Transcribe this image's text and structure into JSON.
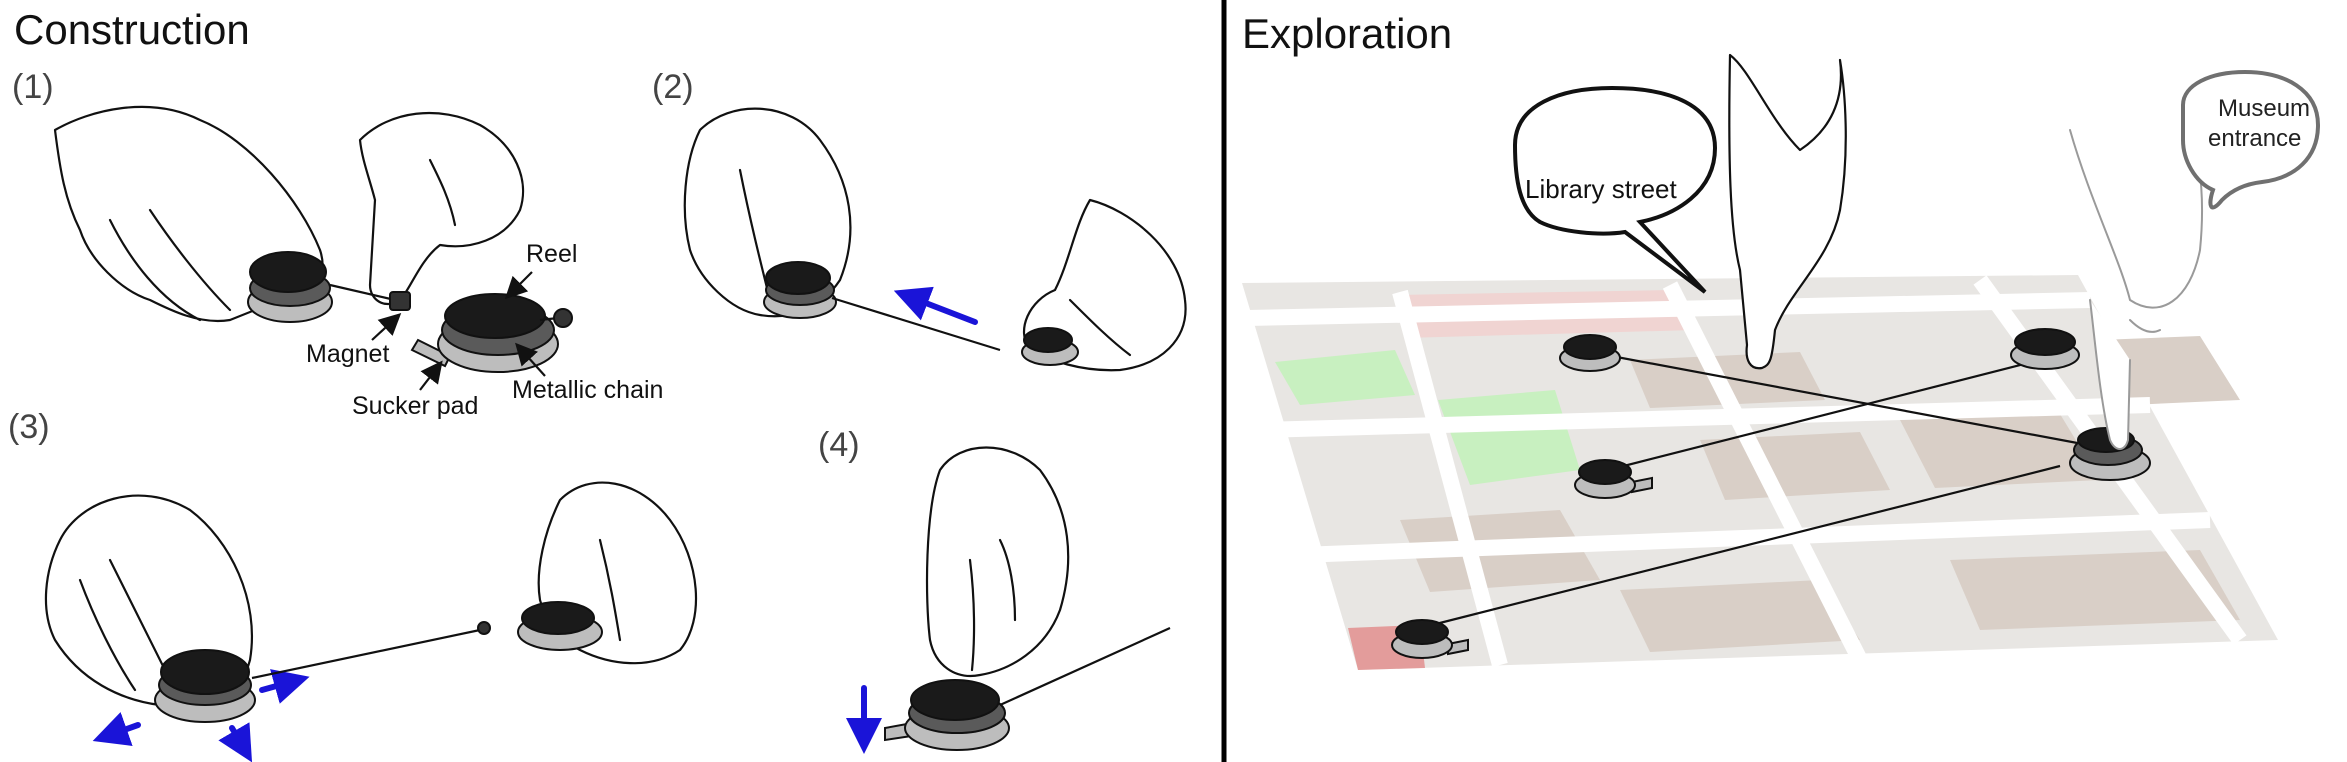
{
  "panels": {
    "construction": {
      "title": "Construction",
      "steps": [
        "(1)",
        "(2)",
        "(3)",
        "(4)"
      ],
      "labels": {
        "reel": "Reel",
        "magnet": "Magnet",
        "metallic_chain": "Metallic chain",
        "sucker_pad": "Sucker pad"
      }
    },
    "exploration": {
      "title": "Exploration",
      "bubbles": {
        "library": "Library street",
        "museum_line1": "Museum",
        "museum_line2": "entrance"
      }
    }
  },
  "colors": {
    "arrow": "#1a14d8",
    "device_top": "#1a1a1a",
    "device_mid": "#5a5a5a",
    "device_base": "#bdbdbd",
    "divider": "#000000",
    "map_park": "#c8f0c0",
    "map_building": "#d9cfc7",
    "map_ground": "#e8e6e3"
  }
}
